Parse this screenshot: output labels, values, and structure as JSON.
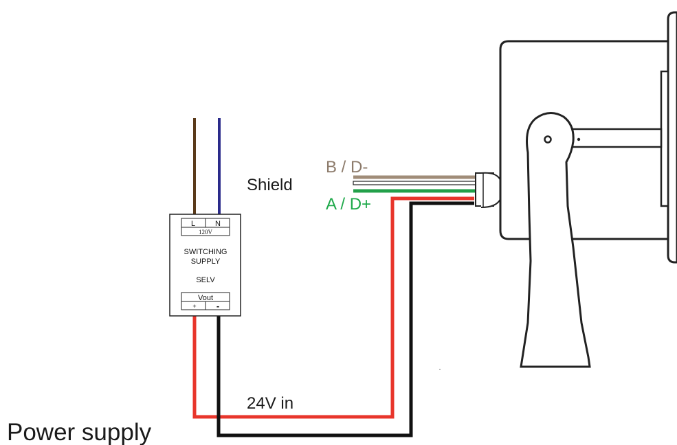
{
  "labels": {
    "shield": "Shield",
    "b_d_minus": "B / D-",
    "a_d_plus": "A / D+",
    "v24_in": "24V in",
    "power_supply": "Power supply"
  },
  "psu": {
    "l": "L",
    "n": "N",
    "voltage": "120V",
    "line1": "SWITCHING",
    "line2": "SUPPLY",
    "selv": "SELV",
    "vout": "Vout",
    "plus": "+",
    "minus": "-"
  },
  "colors": {
    "brown_wire": "#5a3a1a",
    "blue_wire": "#2a2a8a",
    "red_wire": "#e8352b",
    "black_wire": "#111111",
    "green_wire": "#22a04a",
    "tan_wire": "#a08c78",
    "b_label": "#8c7a6a",
    "a_label": "#1ea94a"
  }
}
